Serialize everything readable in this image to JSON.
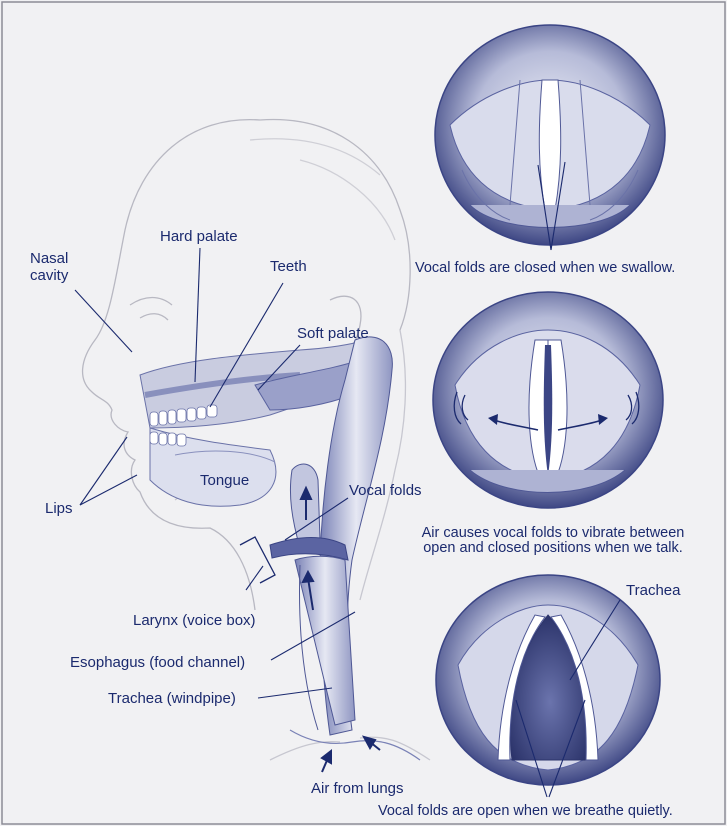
{
  "labels": {
    "nasal_cavity": "Nasal\ncavity",
    "hard_palate": "Hard palate",
    "teeth": "Teeth",
    "soft_palate": "Soft palate",
    "lips": "Lips",
    "tongue": "Tongue",
    "vocal_folds": "Vocal folds",
    "larynx": "Larynx (voice box)",
    "esophagus": "Esophagus (food channel)",
    "trachea": "Trachea (windpipe)",
    "air_from_lungs": "Air from lungs",
    "trachea_inset": "Trachea"
  },
  "captions": {
    "closed": "Vocal folds are closed when we swallow.",
    "vibrate_line1": "Air causes vocal folds to vibrate between",
    "vibrate_line2": "open and closed positions when we talk.",
    "open": "Vocal folds are open when we breathe quietly."
  },
  "colors": {
    "label_text": "#1b2a6e",
    "inset_shadow": "#3b4585",
    "inset_light": "#d6d9ea",
    "head_line": "#b9b9c2",
    "airway": "#6a72a8"
  }
}
